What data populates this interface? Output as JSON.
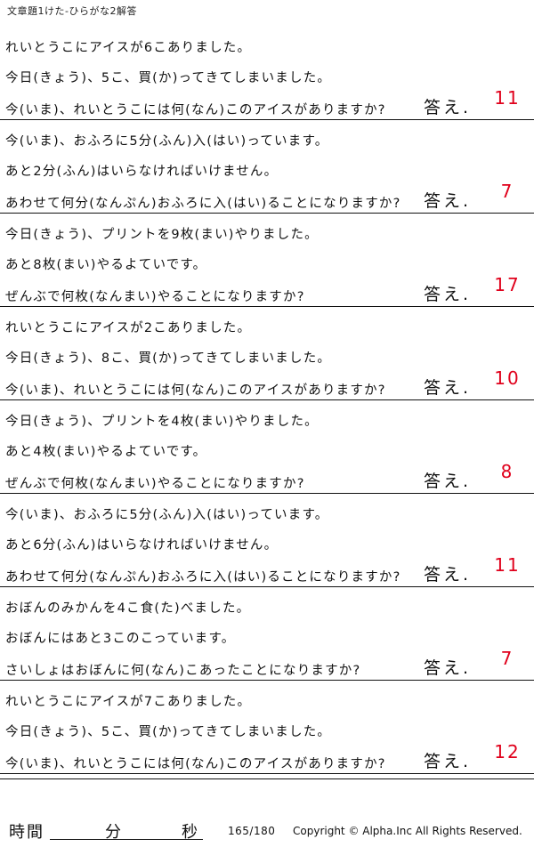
{
  "header": {
    "title": "文章題1けた-ひらがな2解答"
  },
  "answer_label": "答え.",
  "problems": [
    {
      "l1": "れいとうこにアイスが6こありました。",
      "l2": "今日(きょう)、5こ、買(か)ってきてしまいました。",
      "l3": "今(いま)、れいとうこには何(なん)このアイスがありますか?",
      "answer": "11"
    },
    {
      "l1": "今(いま)、おふろに5分(ふん)入(はい)っています。",
      "l2": "あと2分(ふん)はいらなければいけません。",
      "l3": "あわせて何分(なんぷん)おふろに入(はい)ることになりますか?",
      "answer": "7"
    },
    {
      "l1": "今日(きょう)、プリントを9枚(まい)やりました。",
      "l2": "あと8枚(まい)やるよていです。",
      "l3": "ぜんぶで何枚(なんまい)やることになりますか?",
      "answer": "17"
    },
    {
      "l1": "れいとうこにアイスが2こありました。",
      "l2": "今日(きょう)、8こ、買(か)ってきてしまいました。",
      "l3": "今(いま)、れいとうこには何(なん)このアイスがありますか?",
      "answer": "10"
    },
    {
      "l1": "今日(きょう)、プリントを4枚(まい)やりました。",
      "l2": "あと4枚(まい)やるよていです。",
      "l3": "ぜんぶで何枚(なんまい)やることになりますか?",
      "answer": "8"
    },
    {
      "l1": "今(いま)、おふろに5分(ふん)入(はい)っています。",
      "l2": "あと6分(ふん)はいらなければいけません。",
      "l3": "あわせて何分(なんぷん)おふろに入(はい)ることになりますか?",
      "answer": "11"
    },
    {
      "l1": "おぼんのみかんを4こ食(た)べました。",
      "l2": "おぼんにはあと3このこっています。",
      "l3": "さいしょはおぼんに何(なん)こあったことになりますか?",
      "answer": "7"
    },
    {
      "l1": "れいとうこにアイスが7こありました。",
      "l2": "今日(きょう)、5こ、買(か)ってきてしまいました。",
      "l3": "今(いま)、れいとうこには何(なん)このアイスがありますか?",
      "answer": "12"
    }
  ],
  "footer": {
    "time_label": "時間",
    "minutes_label": "分",
    "seconds_label": "秒",
    "page": "165/180",
    "copyright": "Copyright © Alpha.Inc All Rights Reserved."
  }
}
